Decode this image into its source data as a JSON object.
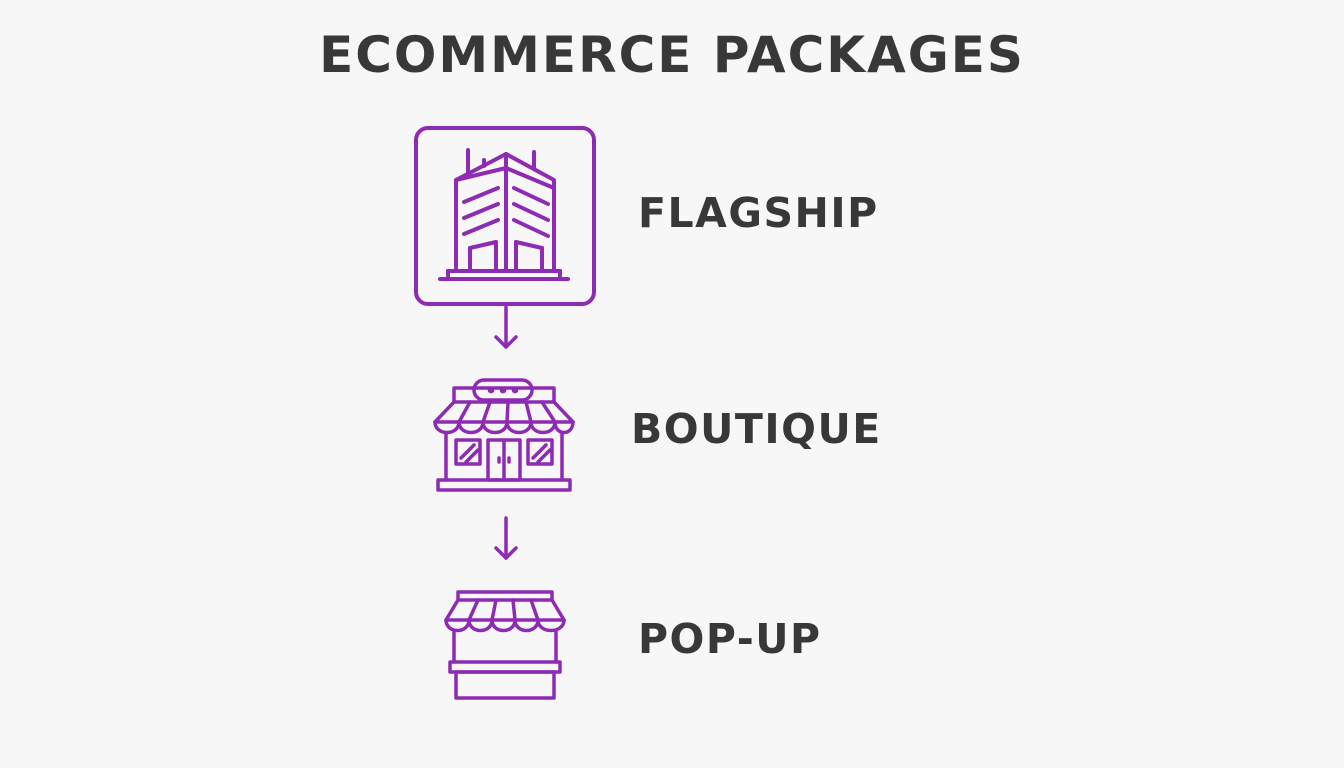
{
  "title": "ECOMMERCE PACKAGES",
  "accent_color": "#8e2bb3",
  "text_color": "#383838",
  "tiers": [
    {
      "label": "FLAGSHIP",
      "icon": "office-building-icon",
      "highlighted": true
    },
    {
      "label": "BOUTIQUE",
      "icon": "storefront-icon",
      "highlighted": false
    },
    {
      "label": "POP-UP",
      "icon": "kiosk-stall-icon",
      "highlighted": false
    }
  ]
}
